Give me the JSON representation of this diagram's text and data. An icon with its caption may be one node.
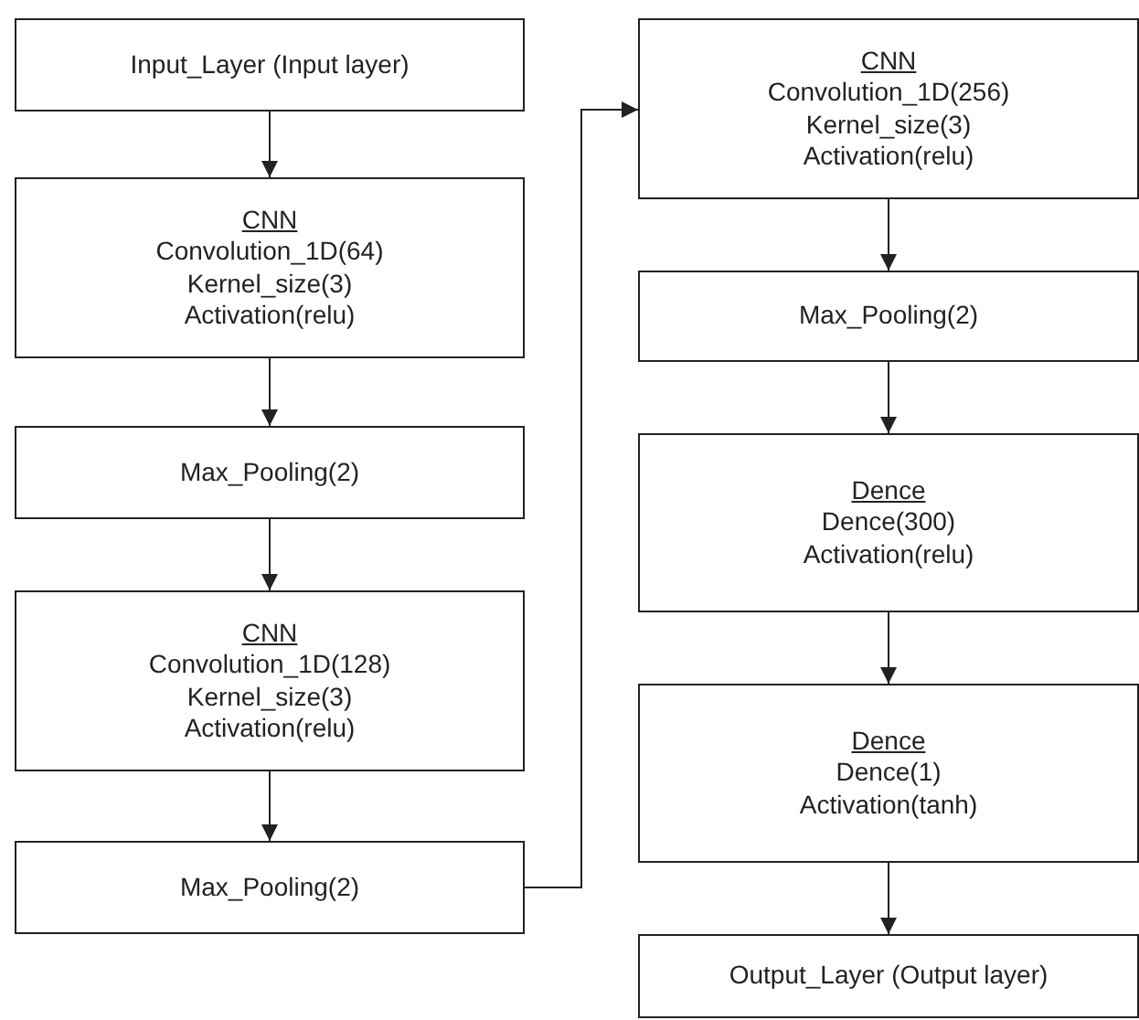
{
  "diagram": {
    "nodes": [
      {
        "text": [
          "Input_Layer (Input layer)"
        ]
      },
      {
        "text": [
          "CNN",
          "Convolution_1D(64)",
          "Kernel_size(3)",
          "Activation(relu)"
        ]
      },
      {
        "text": [
          "Max_Pooling(2)"
        ]
      },
      {
        "text": [
          "CNN",
          "Convolution_1D(128)",
          "Kernel_size(3)",
          "Activation(relu)"
        ]
      },
      {
        "text": [
          "Max_Pooling(2)"
        ]
      },
      {
        "text": [
          "CNN",
          "Convolution_1D(256)",
          "Kernel_size(3)",
          "Activation(relu)"
        ]
      },
      {
        "text": [
          "Max_Pooling(2)"
        ]
      },
      {
        "text": [
          "Dence",
          "Dence(300)",
          "Activation(relu)"
        ]
      },
      {
        "text": [
          "Dence",
          "Dence(1)",
          "Activation(tanh)"
        ]
      },
      {
        "text": [
          "Output_Layer (Output layer)"
        ]
      }
    ],
    "edges": [
      {
        "from": 0,
        "to": 1,
        "arrow": "to"
      },
      {
        "from": 1,
        "to": 2,
        "arrow": "to"
      },
      {
        "from": 2,
        "to": 3,
        "arrow": "to"
      },
      {
        "from": 3,
        "to": 4,
        "arrow": "to"
      },
      {
        "from": 4,
        "to": 5,
        "arrow": "to"
      },
      {
        "from": 5,
        "to": 6,
        "arrow": "to"
      },
      {
        "from": 6,
        "to": 7,
        "arrow": "to"
      },
      {
        "from": 7,
        "to": 8,
        "arrow": "to"
      },
      {
        "from": 8,
        "to": 9,
        "arrow": "to"
      }
    ]
  }
}
